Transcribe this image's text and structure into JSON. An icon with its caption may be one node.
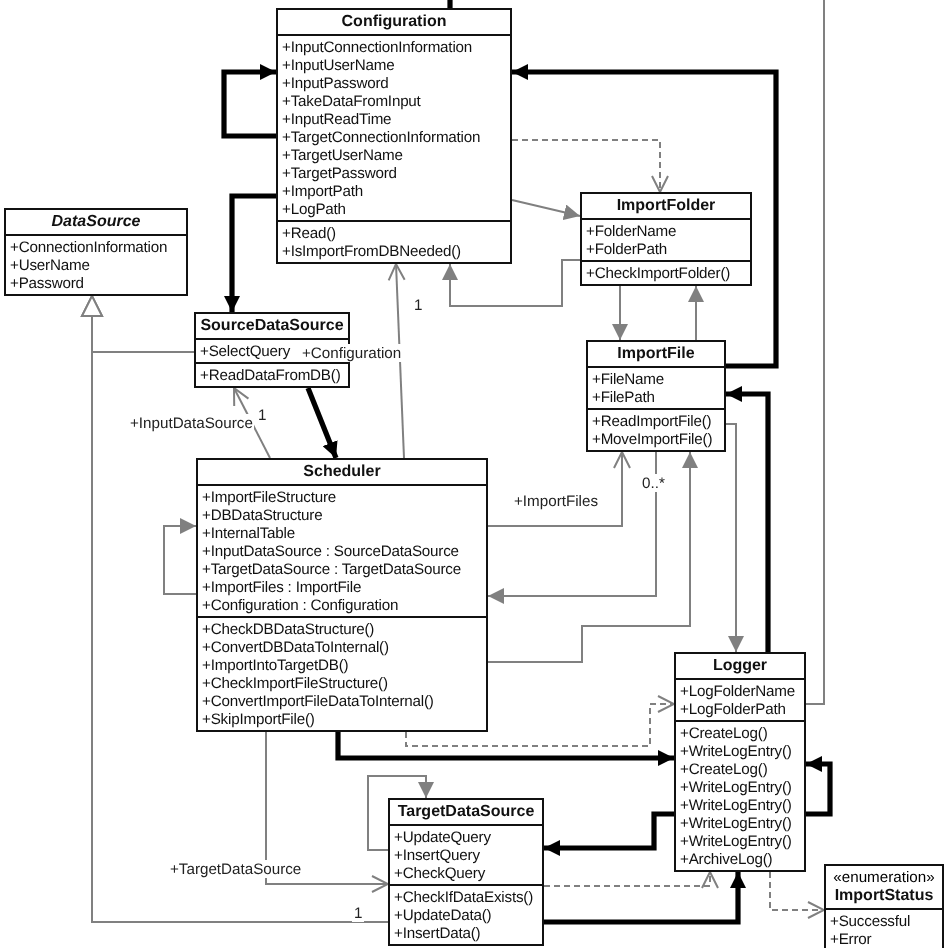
{
  "diagram": {
    "nodes": [
      {
        "text": [
          "Configuration",
          "+InputConnectionInformation",
          "+InputUserName",
          "+InputPassword",
          "+TakeDataFromInput",
          "+InputReadTime",
          "+TargetConnectionInformation",
          "+TargetUserName",
          "+TargetPassword",
          "+ImportPath",
          "+LogPath",
          "+Read()",
          "+IsImportFromDBNeeded()"
        ]
      },
      {
        "text": [
          "DataSource",
          "+ConnectionInformation",
          "+UserName",
          "+Password"
        ]
      },
      {
        "text": [
          "ImportFolder",
          "+FolderName",
          "+FolderPath",
          "+CheckImportFolder()"
        ]
      },
      {
        "text": [
          "SourceDataSource",
          "+SelectQuery",
          "+ReadDataFromDB()"
        ]
      },
      {
        "text": [
          "ImportFile",
          "+FileName",
          "+FilePath",
          "+ReadImportFile()",
          "+MoveImportFile()"
        ]
      },
      {
        "text": [
          "Scheduler",
          "+ImportFileStructure",
          "+DBDataStructure",
          "+InternalTable",
          "+InputDataSource : SourceDataSource",
          "+TargetDataSource : TargetDataSource",
          "+ImportFiles : ImportFile",
          "+Configuration : Configuration",
          "+CheckDBDataStructure()",
          "+ConvertDBDataToInternal()",
          "+ImportIntoTargetDB()",
          "+CheckImportFileStructure()",
          "+ConvertImportFileDataToInternal()",
          "+SkipImportFile()"
        ]
      },
      {
        "text": [
          "Logger",
          "+LogFolderName",
          "+LogFolderPath",
          "+CreateLog()",
          "+WriteLogEntry()",
          "+CreateLog()",
          "+WriteLogEntry()",
          "+WriteLogEntry()",
          "+WriteLogEntry()",
          "+WriteLogEntry()",
          "+ArchiveLog()"
        ]
      },
      {
        "text": [
          "TargetDataSource",
          "+UpdateQuery",
          "+InsertQuery",
          "+CheckQuery",
          "+CheckIfDataExists()",
          "+UpdateData()",
          "+InsertData()"
        ]
      },
      {
        "text": [
          "«enumeration»",
          "ImportStatus",
          "+Successful",
          "+Error"
        ]
      }
    ],
    "edges": [
      {
        "from": 0,
        "to": null,
        "arrow": "none",
        "style": "thick",
        "color": "#000000"
      },
      {
        "from": 0,
        "to": 0,
        "arrow": "to",
        "style": "thick",
        "color": "#000000"
      },
      {
        "from": 4,
        "to": 0,
        "arrow": "to",
        "style": "thick",
        "color": "#000000"
      },
      {
        "from": 0,
        "to": 2,
        "arrow": "to"
      },
      {
        "from": 0,
        "to": 2,
        "arrow": "to",
        "style": "dashed"
      },
      {
        "from": 0,
        "to": 3,
        "arrow": "to",
        "style": "thick",
        "color": "#000000"
      },
      {
        "from": 2,
        "to": 0,
        "arrow": "to"
      },
      {
        "from": 5,
        "to": 0,
        "arrow": "to",
        "label": "+Configuration"
      },
      {
        "from": 3,
        "to": 1,
        "arrow": "to"
      },
      {
        "from": 7,
        "to": 1,
        "arrow": "to"
      },
      {
        "from": 5,
        "to": 3,
        "arrow": "to",
        "label": "+InputDataSource"
      },
      {
        "from": 3,
        "to": 5,
        "arrow": "to",
        "style": "thick",
        "color": "#000000"
      },
      {
        "from": 2,
        "to": 4,
        "arrow": "to"
      },
      {
        "from": 4,
        "to": 2,
        "arrow": "to"
      },
      {
        "from": 6,
        "to": 4,
        "arrow": "to",
        "style": "thick",
        "color": "#000000"
      },
      {
        "from": 4,
        "to": 6,
        "arrow": "to"
      },
      {
        "from": 5,
        "to": 5,
        "arrow": "to"
      },
      {
        "from": 5,
        "to": 4,
        "arrow": "to",
        "label": "+ImportFiles"
      },
      {
        "from": 4,
        "to": 5,
        "arrow": "to"
      },
      {
        "from": 5,
        "to": 4,
        "arrow": "to"
      },
      {
        "from": 5,
        "to": 6,
        "arrow": "to",
        "style": "dashed"
      },
      {
        "from": 5,
        "to": 6,
        "arrow": "to",
        "style": "thick",
        "color": "#000000"
      },
      {
        "from": 6,
        "to": 6,
        "arrow": "to",
        "style": "thick",
        "color": "#000000"
      },
      {
        "from": 6,
        "to": 7,
        "arrow": "to",
        "style": "thick",
        "color": "#000000"
      },
      {
        "from": 7,
        "to": 6,
        "arrow": "to",
        "style": "dashed"
      },
      {
        "from": 7,
        "to": 6,
        "arrow": "to",
        "style": "thick",
        "color": "#000000"
      },
      {
        "from": 7,
        "to": 7,
        "arrow": "to"
      },
      {
        "from": 5,
        "to": 7,
        "arrow": "to",
        "label": "+TargetDataSource"
      },
      {
        "from": 6,
        "to": 8,
        "arrow": "to",
        "style": "dashed"
      },
      {
        "from": null,
        "to": 6,
        "arrow": "none"
      }
    ],
    "labels": [
      "1",
      "1",
      "0..*",
      "1"
    ]
  }
}
